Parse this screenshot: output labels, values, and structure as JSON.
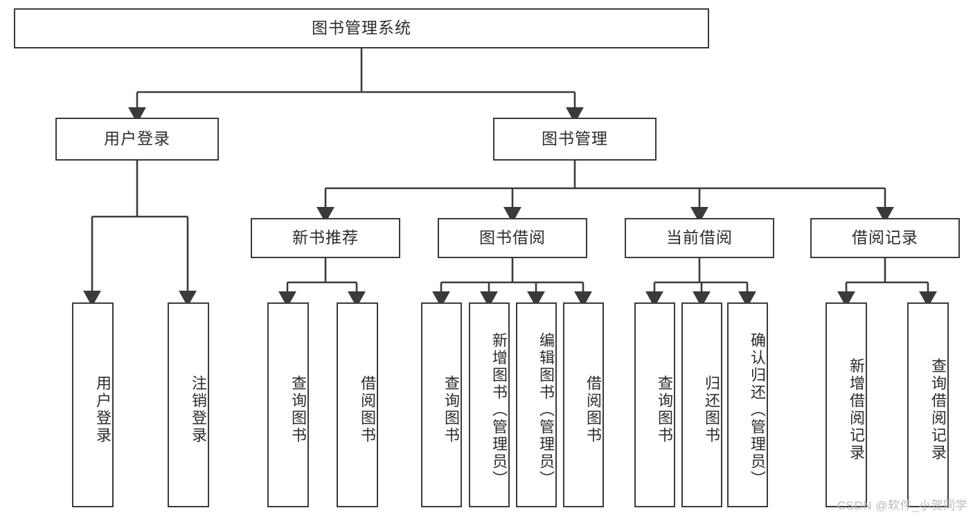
{
  "diagram": {
    "type": "tree",
    "title": "图书管理系统",
    "watermark": "CSDN @软件_小贺同学",
    "colors": {
      "box_border": "#3a3a3a",
      "box_fill": "#ffffff",
      "edge": "#3a3a3a",
      "text": "#2b2b2b",
      "watermark": "#b9b9b9"
    },
    "levels": {
      "root": {
        "label": "图书管理系统"
      },
      "level2": [
        {
          "label": "用户登录"
        },
        {
          "label": "图书管理"
        }
      ],
      "level3": [
        {
          "label": "新书推荐"
        },
        {
          "label": "图书借阅"
        },
        {
          "label": "当前借阅"
        },
        {
          "label": "借阅记录"
        }
      ],
      "leaves": [
        {
          "label": "用户登录",
          "parent": "用户登录"
        },
        {
          "label": "注销登录",
          "parent": "用户登录"
        },
        {
          "label": "查询图书",
          "parent": "新书推荐"
        },
        {
          "label": "借阅图书",
          "parent": "新书推荐"
        },
        {
          "label": "查询图书",
          "parent": "图书借阅"
        },
        {
          "label": "新增图书（管理员）",
          "parent": "图书借阅"
        },
        {
          "label": "编辑图书（管理员）",
          "parent": "图书借阅"
        },
        {
          "label": "借阅图书",
          "parent": "图书借阅"
        },
        {
          "label": "查询图书",
          "parent": "当前借阅"
        },
        {
          "label": "归还图书",
          "parent": "当前借阅"
        },
        {
          "label": "确认归还（管理员）",
          "parent": "当前借阅"
        },
        {
          "label": "新增借阅记录",
          "parent": "借阅记录"
        },
        {
          "label": "查询借阅记录",
          "parent": "借阅记录"
        }
      ]
    }
  }
}
